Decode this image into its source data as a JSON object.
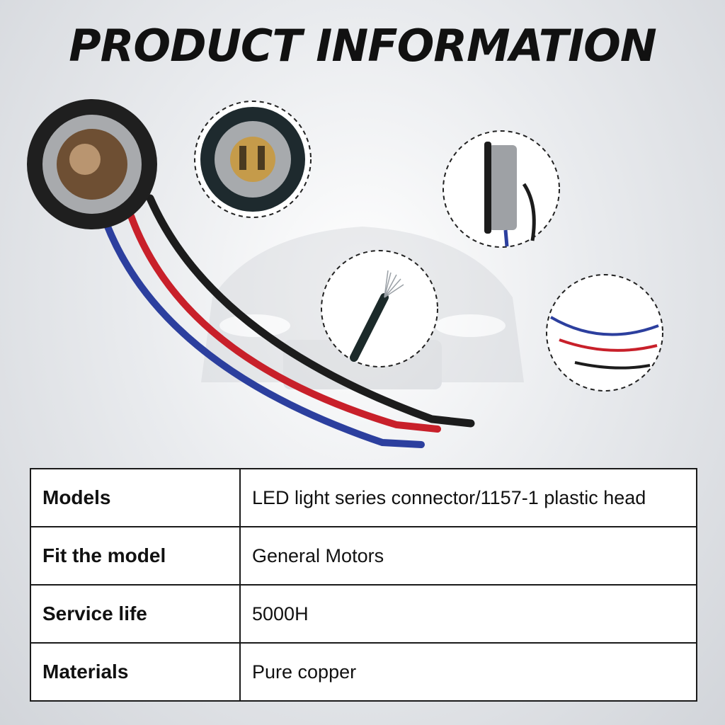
{
  "page": {
    "title": "PRODUCT INFORMATION"
  },
  "illustration": {
    "icons": [
      "bulb-socket-icon",
      "socket-front-detail-icon",
      "socket-side-detail-icon",
      "stripped-wire-detail-icon",
      "wire-colors-detail-icon",
      "car-silhouette-icon"
    ],
    "wire_colors": {
      "blue": "#2c3f9e",
      "red": "#c8202a",
      "black": "#1c1c1c"
    },
    "background_color": "#e6e8eb"
  },
  "spec_table": {
    "rows": [
      {
        "label": "Models",
        "value": "LED light series connector/1157-1 plastic head"
      },
      {
        "label": "Fit the model",
        "value": "General Motors"
      },
      {
        "label": "Service life",
        "value": "5000H"
      },
      {
        "label": "Materials",
        "value": "Pure copper"
      }
    ]
  }
}
